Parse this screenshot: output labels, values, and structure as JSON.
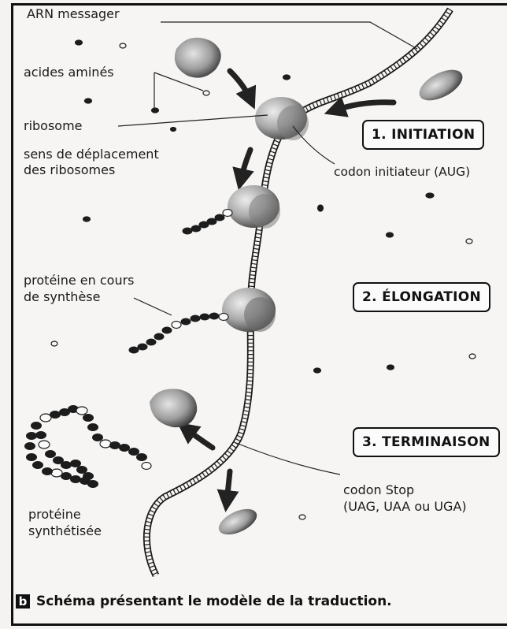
{
  "labels": {
    "arn": "ARN messager",
    "acides": "acides aminés",
    "ribosome": "ribosome",
    "sens_1": "sens de déplacement",
    "sens_2": "des ribosomes",
    "codon_init": "codon initiateur (AUG)",
    "proteine_cours_1": "protéine en cours",
    "proteine_cours_2": "de synthèse",
    "proteine_synth_1": "protéine",
    "proteine_synth_2": "synthétisée",
    "codon_stop_1": "codon Stop",
    "codon_stop_2": "(UAG, UAA ou UGA)"
  },
  "stages": {
    "initiation": "1. INITIATION",
    "elongation": "2. ÉLONGATION",
    "terminaison": "3. TERMINAISON"
  },
  "caption": {
    "letter": "b",
    "text": "Schéma présentant le modèle de la traduction."
  }
}
